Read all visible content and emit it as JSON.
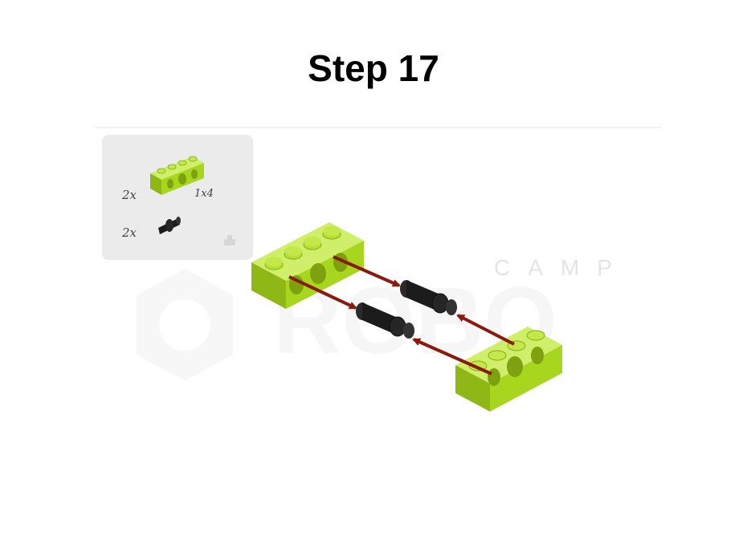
{
  "title": "Step 17",
  "parts_list": {
    "items": [
      {
        "qty": "2x",
        "part": "technic-brick-1x4",
        "size_label": "1x4"
      },
      {
        "qty": "2x",
        "part": "technic-pin"
      }
    ]
  },
  "watermark": {
    "text_top": "CAMP",
    "text_main": "ROBO"
  },
  "colors": {
    "brick": "#a8d61f",
    "pin": "#1c1c1c",
    "arrow": "#8b1a0e",
    "panel": "#ebebeb"
  }
}
